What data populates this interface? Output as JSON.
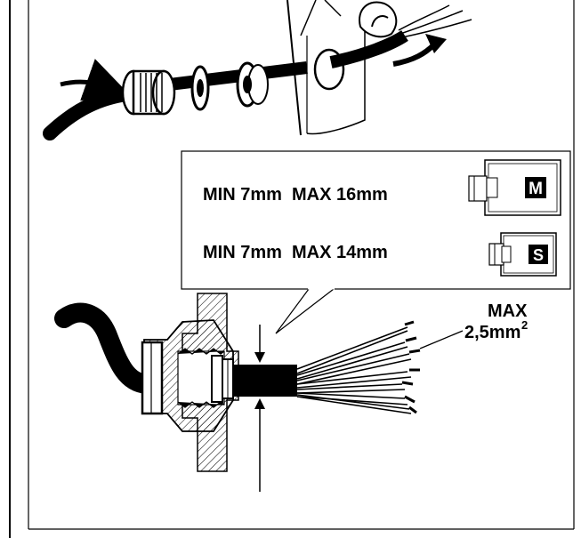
{
  "spec_box": {
    "rows": [
      {
        "text": "MIN 7mm  MAX 16mm",
        "badge": "M"
      },
      {
        "text": "MIN 7mm  MAX 14mm",
        "badge": "S"
      }
    ]
  },
  "wire_spec": {
    "line1": "MAX",
    "line2": "2,5mm",
    "superscript": "2"
  },
  "colors": {
    "ink": "#000000",
    "paper": "#ffffff",
    "badge_fill": "#000000"
  }
}
